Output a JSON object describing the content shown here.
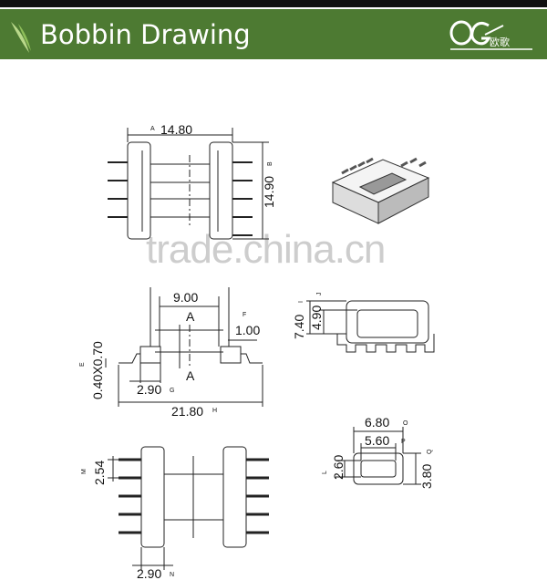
{
  "header": {
    "title": "Bobbin Drawing",
    "logo_text": "OG",
    "logo_chinese": "欧歌",
    "background_color": "#4d7a32"
  },
  "watermark": "trade.china.cn",
  "dimensions": {
    "a": {
      "marker": "A",
      "value": "14.80"
    },
    "b": {
      "marker": "B",
      "value": "14.90"
    },
    "e": {
      "marker": "E",
      "value": "0.40X0.70"
    },
    "f": {
      "marker": "F",
      "value": "1.00"
    },
    "g": {
      "marker": "G",
      "value": "2.90"
    },
    "h": {
      "marker": "H",
      "value": "21.80"
    },
    "width_900": {
      "value": "9.00"
    },
    "section_top": "A",
    "section_bottom": "A",
    "i": {
      "marker": "I",
      "value": "7.40"
    },
    "j": {
      "marker": "J",
      "value": "4.90"
    },
    "o": {
      "marker": "O",
      "value": "6.80"
    },
    "p": {
      "marker": "P",
      "value": "5.60"
    },
    "l": {
      "marker": "L",
      "value": "2.60"
    },
    "q": {
      "marker": "Q",
      "value": "3.80"
    },
    "m": {
      "marker": "M",
      "value": "2.54"
    },
    "n": {
      "marker": "N",
      "value": "2.90"
    }
  }
}
